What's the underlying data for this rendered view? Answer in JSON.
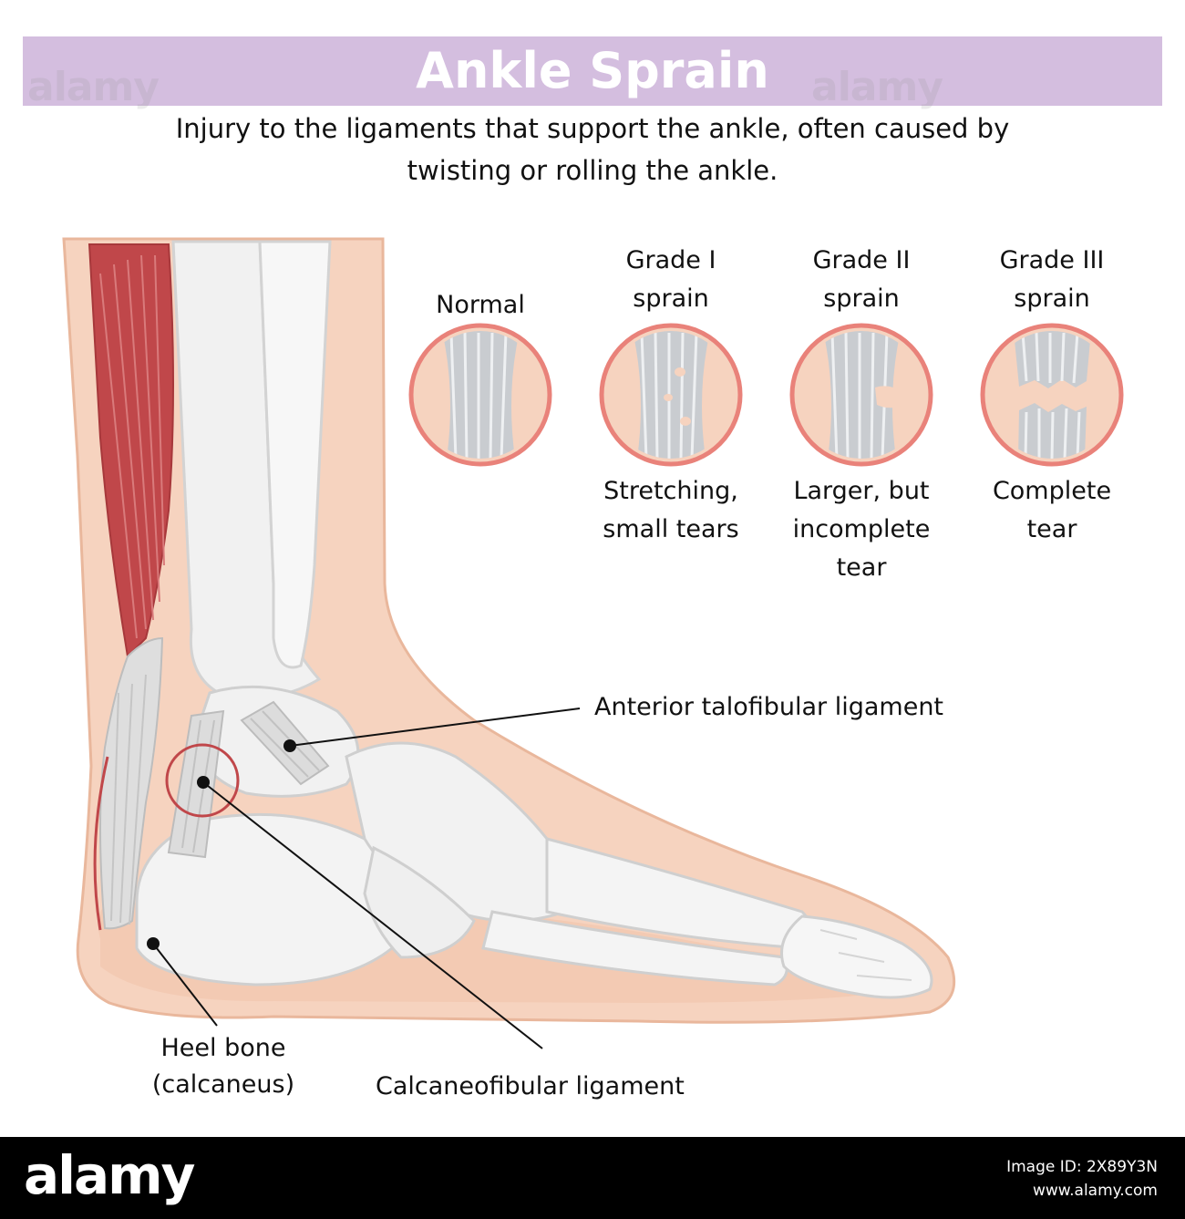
{
  "header": {
    "title": "Ankle Sprain",
    "subtitle_line1": "Injury to the ligaments that support the ankle, often caused by",
    "subtitle_line2": "twisting or rolling the ankle."
  },
  "grades": [
    {
      "label_line1": "Normal",
      "label_line2": "",
      "desc_line1": "",
      "desc_line2": "",
      "desc_line3": ""
    },
    {
      "label_line1": "Grade I",
      "label_line2": "sprain",
      "desc_line1": "Stretching,",
      "desc_line2": "small tears",
      "desc_line3": ""
    },
    {
      "label_line1": "Grade II",
      "label_line2": "sprain",
      "desc_line1": "Larger, but",
      "desc_line2": "incomplete",
      "desc_line3": "tear"
    },
    {
      "label_line1": "Grade III",
      "label_line2": "sprain",
      "desc_line1": "Complete",
      "desc_line2": "tear",
      "desc_line3": ""
    }
  ],
  "callouts": {
    "atfl": "Anterior talofibular ligament",
    "heel_line1": "Heel bone",
    "heel_line2": "(calcaneus)",
    "cfl": "Calcaneofibular ligament"
  },
  "watermark": "alamy",
  "footer": {
    "logo": "alamy",
    "image_id": "Image ID: 2X89Y3N",
    "site": "www.alamy.com"
  },
  "colors": {
    "title_band": "#d4bedf",
    "skin": "#f6d3bf",
    "muscle": "#c0474a",
    "bone": "#eeeeee",
    "ring": "#e9827a"
  }
}
